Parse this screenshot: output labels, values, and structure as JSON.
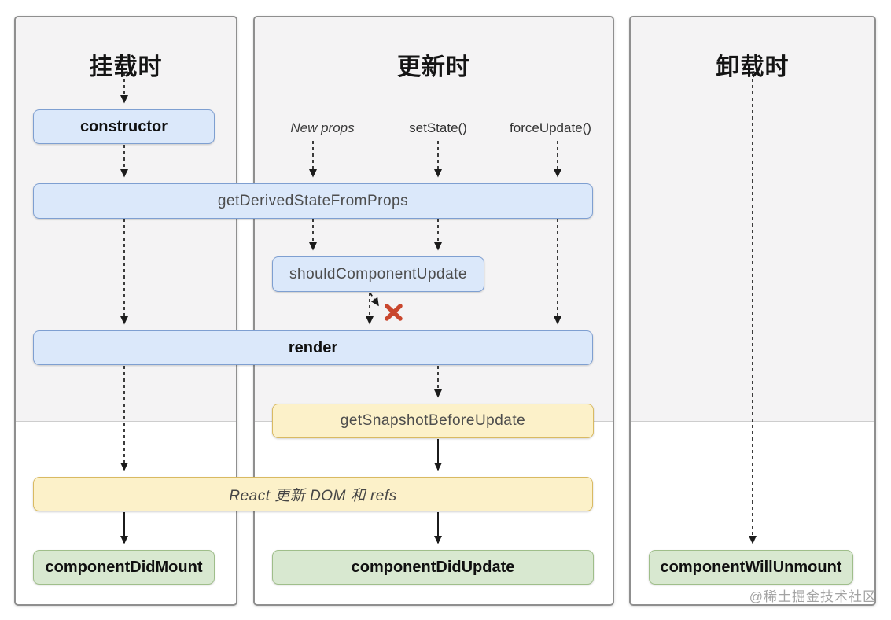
{
  "diagram": {
    "columns": [
      {
        "title": "挂载时"
      },
      {
        "title": "更新时"
      },
      {
        "title": "卸载时"
      }
    ],
    "triggers": {
      "new_props": "New props",
      "set_state": "setState()",
      "force_update": "forceUpdate()"
    },
    "nodes": {
      "constructor": "constructor",
      "get_derived_state_from_props": "getDerivedStateFromProps",
      "should_component_update": "shouldComponentUpdate",
      "render": "render",
      "get_snapshot_before_update": "getSnapshotBeforeUpdate",
      "react_updates_dom": "React 更新 DOM 和 refs",
      "component_did_mount": "componentDidMount",
      "component_did_update": "componentDidUpdate",
      "component_will_unmount": "componentWillUnmount"
    },
    "watermark": "@稀土掘金技术社区",
    "colors": {
      "blue_fill": "#dbe8fa",
      "blue_border": "#7e9fd1",
      "yellow_fill": "#fcf1c9",
      "yellow_border": "#d9ba62",
      "green_fill": "#d8e8d0",
      "green_border": "#9fbe8a",
      "panel_gray": "#f4f3f4",
      "panel_border": "#8f8f8f",
      "arrow": "#1b1b1b",
      "reject_x": "#c9472e"
    }
  }
}
